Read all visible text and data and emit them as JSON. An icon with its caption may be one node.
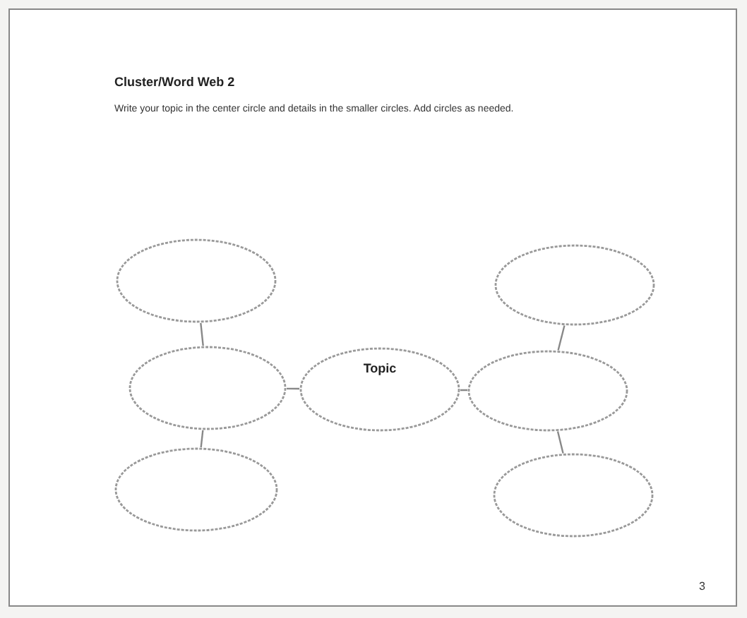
{
  "diagram": {
    "title": "Cluster/Word Web 2",
    "nodes": [
      {
        "text": [],
        "shape": "circle"
      },
      {
        "text": [],
        "shape": "circle"
      },
      {
        "text": [],
        "shape": "circle"
      },
      {
        "text": [
          "Topic"
        ]
      },
      {
        "text": [],
        "shape": "circle"
      },
      {
        "text": [],
        "shape": "circle"
      },
      {
        "text": [],
        "shape": "circle"
      }
    ],
    "edges": [
      {
        "from": 0,
        "to": 2,
        "arrow": "none"
      },
      {
        "from": 2,
        "to": 3,
        "arrow": "none"
      },
      {
        "from": 3,
        "to": 4,
        "arrow": "none"
      },
      {
        "from": 4,
        "to": 1,
        "arrow": "none"
      },
      {
        "from": 2,
        "to": 5,
        "arrow": "none"
      },
      {
        "from": 4,
        "to": 6,
        "arrow": "none"
      }
    ],
    "labels": [
      "Write your topic in the center circle and details in the smaller circles. Add circles as needed.",
      "3"
    ]
  }
}
